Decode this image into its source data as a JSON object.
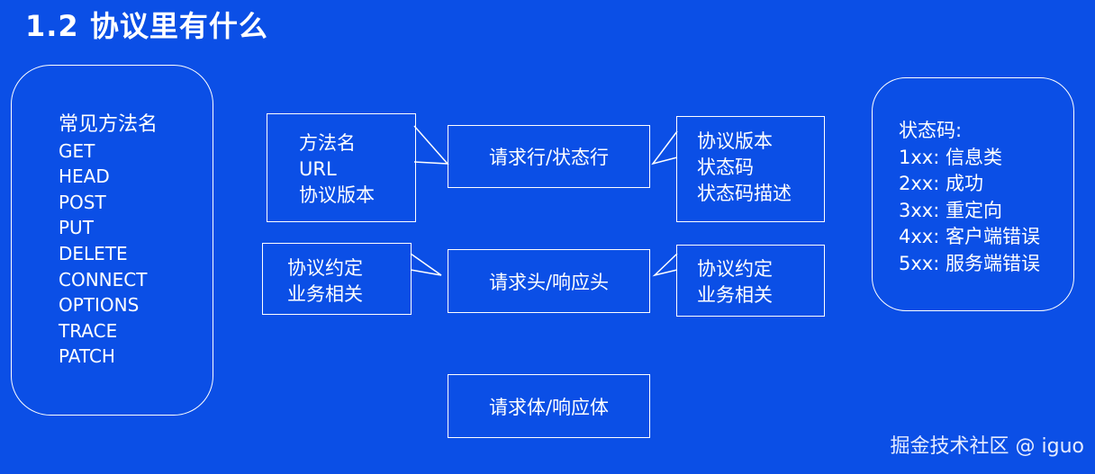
{
  "title": "1.2 协议里有什么",
  "methods_panel": {
    "heading": "常见方法名",
    "items": [
      "GET",
      "HEAD",
      "POST",
      "PUT",
      "DELETE",
      "CONNECT",
      "OPTIONS",
      "TRACE",
      "PATCH"
    ]
  },
  "center": {
    "line": "请求行/状态行",
    "header": "请求头/响应头",
    "body": "请求体/响应体"
  },
  "callouts": {
    "request_line": [
      "方法名",
      "URL",
      "协议版本"
    ],
    "status_line": [
      "协议版本",
      "状态码",
      "状态码描述"
    ],
    "request_header": [
      "协议约定",
      "业务相关"
    ],
    "response_header": [
      "协议约定",
      "业务相关"
    ]
  },
  "status_panel": {
    "heading": "状态码:",
    "items": [
      "1xx: 信息类",
      "2xx: 成功",
      "3xx: 重定向",
      "4xx: 客户端错误",
      "5xx: 服务端错误"
    ]
  },
  "watermark": "掘金技术社区 @ iguo",
  "colors": {
    "background": "#0b4fe6",
    "stroke": "#ffffff",
    "text": "#ffffff"
  }
}
